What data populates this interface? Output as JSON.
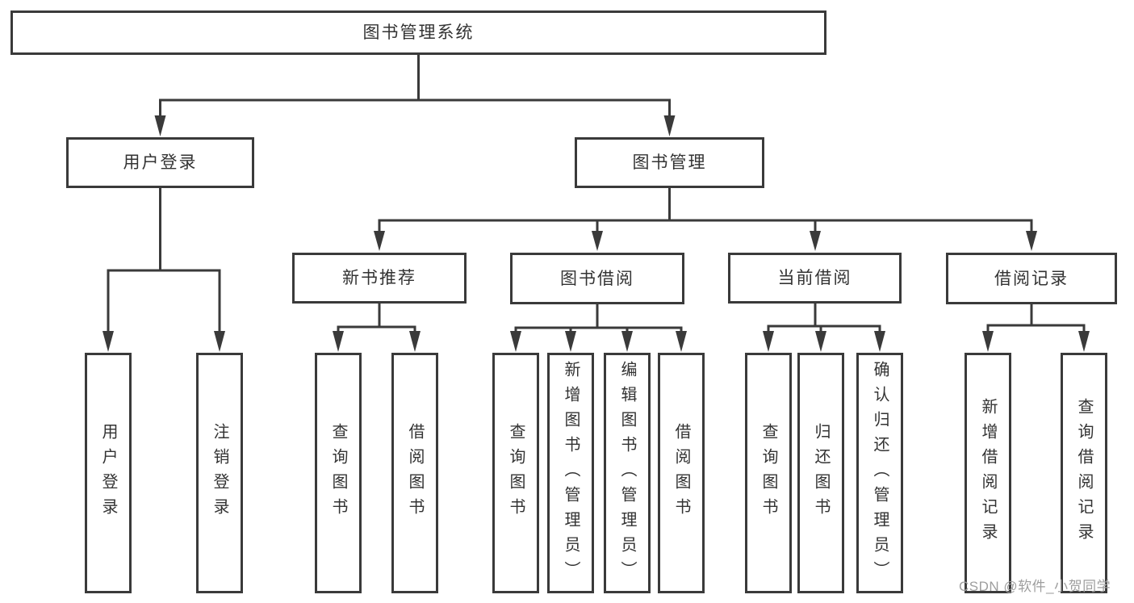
{
  "diagram": {
    "root": {
      "label": "图书管理系统"
    },
    "children": [
      {
        "label": "用户登录",
        "children": [
          {
            "label": "用户登录"
          },
          {
            "label": "注销登录"
          }
        ]
      },
      {
        "label": "图书管理",
        "children": [
          {
            "label": "新书推荐",
            "children": [
              {
                "label": "查询图书"
              },
              {
                "label": "借阅图书"
              }
            ]
          },
          {
            "label": "图书借阅",
            "children": [
              {
                "label": "查询图书"
              },
              {
                "label": "新增图书（管理员）"
              },
              {
                "label": "编辑图书（管理员）"
              },
              {
                "label": "借阅图书"
              }
            ]
          },
          {
            "label": "当前借阅",
            "children": [
              {
                "label": "查询图书"
              },
              {
                "label": "归还图书"
              },
              {
                "label": "确认归还（管理员）"
              }
            ]
          },
          {
            "label": "借阅记录",
            "children": [
              {
                "label": "新增借阅记录"
              },
              {
                "label": "查询借阅记录"
              }
            ]
          }
        ]
      }
    ]
  },
  "watermark": {
    "text": "CSDN @软件_小贺同学"
  },
  "colors": {
    "line": "#3a3a3a",
    "text": "#333333",
    "watermark": "#9e9e9e",
    "background": "#ffffff"
  }
}
